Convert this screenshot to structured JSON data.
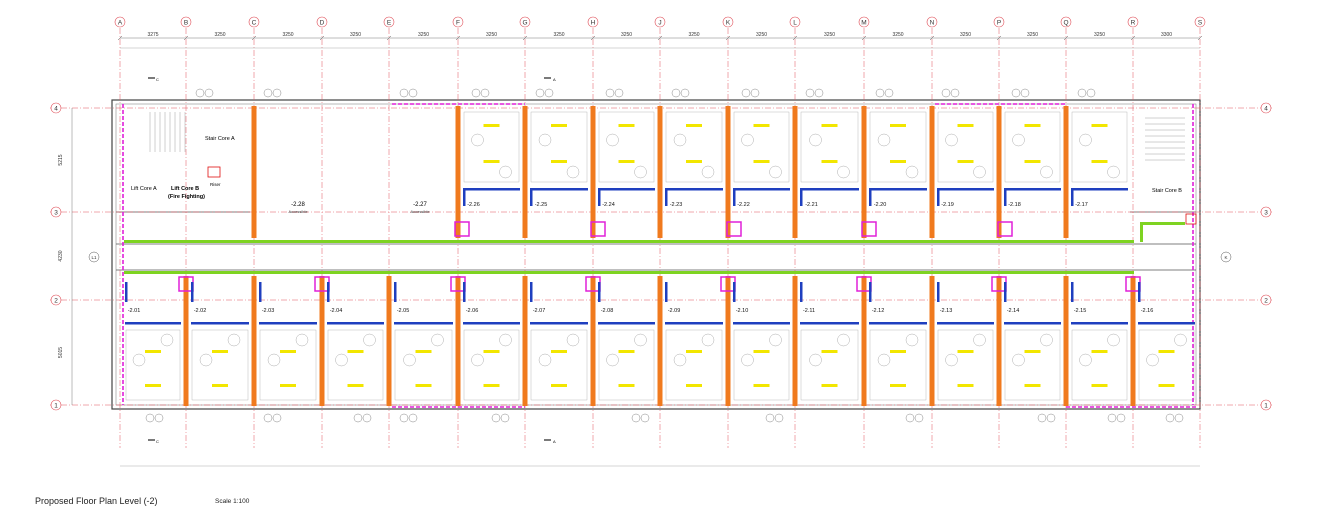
{
  "title": "Proposed Floor Plan Level (-2)",
  "scale": "Scale 1:100",
  "grid_columns": [
    "A",
    "B",
    "C",
    "D",
    "E",
    "F",
    "G",
    "H",
    "J",
    "K",
    "L",
    "M",
    "N",
    "P",
    "Q",
    "R",
    "S"
  ],
  "column_spacings": [
    "3275",
    "3250",
    "3250",
    "3250",
    "3250",
    "3250",
    "3250",
    "3250",
    "3250",
    "3250",
    "3250",
    "3250",
    "3250",
    "3250",
    "3250",
    "3300"
  ],
  "grid_rows": [
    "4",
    "3",
    "2",
    "1"
  ],
  "row_spacings": [
    "5215",
    "4230",
    "5015"
  ],
  "room_labels": {
    "north": [
      "-2.26",
      "-2.25",
      "-2.24",
      "-2.23",
      "-2.22",
      "-2.21",
      "-2.20",
      "-2.19",
      "-2.18",
      "-2.17"
    ],
    "south": [
      "-2.01",
      "-2.02",
      "-2.03",
      "-2.04",
      "-2.05",
      "-2.06",
      "-2.07",
      "-2.08",
      "-2.09",
      "-2.10",
      "-2.11",
      "-2.12",
      "-2.13",
      "-2.14",
      "-2.15",
      "-2.16"
    ]
  },
  "accessible_rooms": [
    {
      "number": "-2.28",
      "label": "Accessible"
    },
    {
      "number": "-2.27",
      "label": "Accessible"
    }
  ],
  "cores": {
    "stair_a": "Stair Core A",
    "lift_a": "Lift Core A",
    "lift_b_line1": "Lift Core B",
    "lift_b_line2": "(Fire Fighting)",
    "riser": "Riser",
    "stair_b": "Stair Core B"
  },
  "section_markers": {
    "a": "A",
    "c": "C"
  },
  "elevation_markers": {
    "left": "L1",
    "right": "K"
  },
  "colors": {
    "grid": "#e0505a",
    "wall": "#555555",
    "orange": "#f07a1e",
    "green": "#7ed321",
    "magenta": "#e020d8",
    "blue": "#1f3fbf",
    "yellow": "#f2e600",
    "annotation": "#9e9e9e"
  }
}
